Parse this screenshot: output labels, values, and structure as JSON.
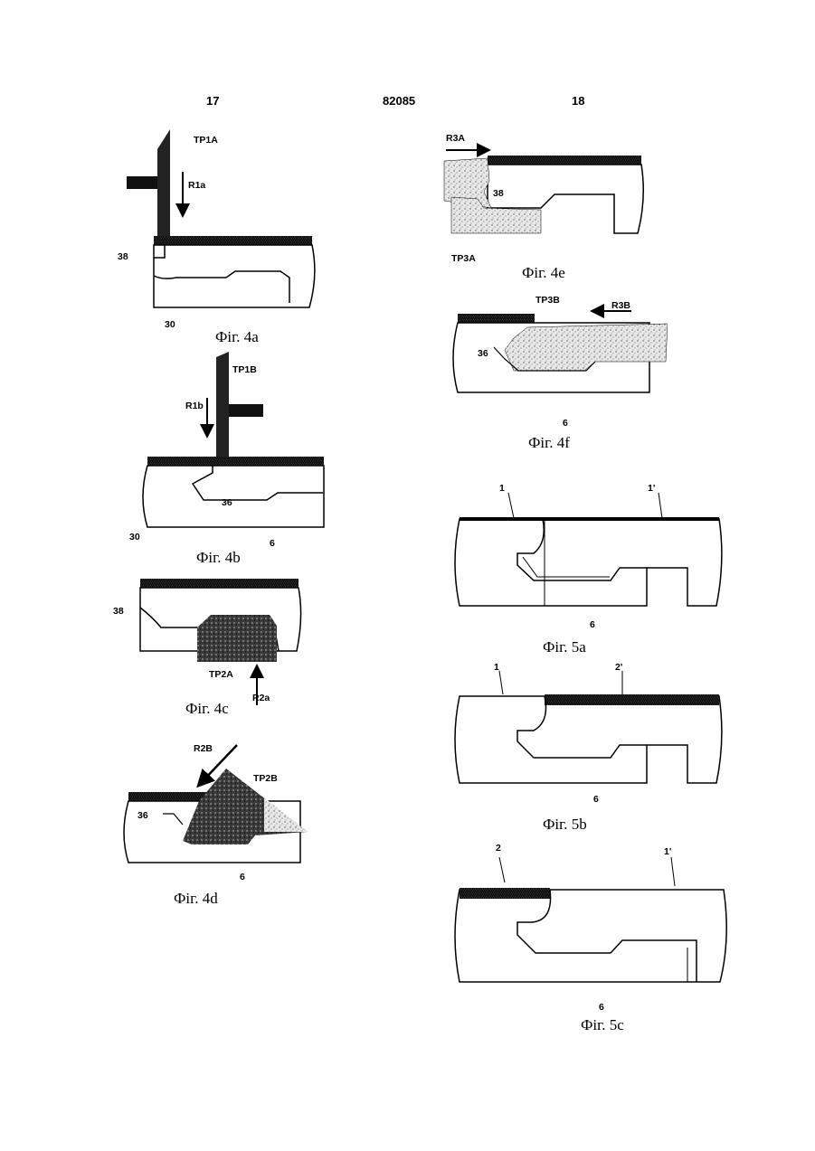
{
  "header": {
    "left_page": "17",
    "patent_number": "82085",
    "right_page": "18"
  },
  "figures": {
    "fig4a": {
      "caption": "Фіг. 4а",
      "labels": {
        "tool": "TP1A",
        "motion": "R1a",
        "ref_a": "38",
        "ref_b": "30"
      }
    },
    "fig4b": {
      "caption": "Фіг. 4b",
      "labels": {
        "tool": "TP1B",
        "motion": "R1b",
        "ref_a": "36",
        "ref_b": "30",
        "ref_c": "6"
      }
    },
    "fig4c": {
      "caption": "Фіг. 4с",
      "labels": {
        "ref_a": "38",
        "tool": "TP2A",
        "motion": "R2a"
      }
    },
    "fig4d": {
      "caption": "Фіг. 4d",
      "labels": {
        "motion": "R2B",
        "tool": "TP2B",
        "ref_a": "36",
        "ref_b": "6"
      }
    },
    "fig4e": {
      "caption": "Фіг. 4е",
      "labels": {
        "motion": "R3A",
        "ref_a": "38",
        "tool": "TP3A"
      }
    },
    "fig4f": {
      "caption": "Фіг. 4f",
      "labels": {
        "tool": "TP3B",
        "motion": "R3B",
        "ref_a": "36",
        "ref_b": "6"
      }
    },
    "fig5a": {
      "caption": "Фіг. 5а",
      "labels": {
        "panel_a": "1",
        "panel_b": "1'",
        "ref": "6"
      }
    },
    "fig5b": {
      "caption": "Фіг. 5b",
      "labels": {
        "panel_a": "1",
        "panel_b": "2'",
        "ref": "6"
      }
    },
    "fig5c": {
      "caption": "Фіг. 5с",
      "labels": {
        "panel_a": "2",
        "panel_b": "1'",
        "ref": "6"
      }
    }
  }
}
